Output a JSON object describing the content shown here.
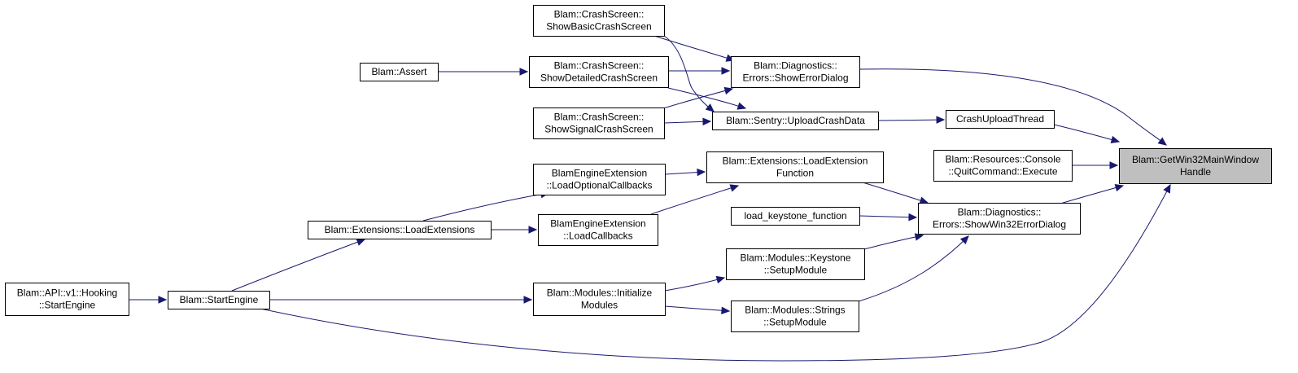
{
  "diagram": {
    "kind": "call-graph",
    "edge_color": "#191970",
    "root_fill": "#bfbfbf",
    "nodes": [
      {
        "id": "root",
        "lines": [
          "Blam::GetWin32MainWindow",
          "Handle"
        ],
        "root": true
      },
      {
        "id": "showErrorDialog",
        "lines": [
          "Blam::Diagnostics::",
          "Errors::ShowErrorDialog"
        ]
      },
      {
        "id": "showBasic",
        "lines": [
          "Blam::CrashScreen::",
          "ShowBasicCrashScreen"
        ]
      },
      {
        "id": "showDetailed",
        "lines": [
          "Blam::CrashScreen::",
          "ShowDetailedCrashScreen"
        ]
      },
      {
        "id": "assert",
        "lines": [
          "Blam::Assert"
        ]
      },
      {
        "id": "showSignal",
        "lines": [
          "Blam::CrashScreen::",
          "ShowSignalCrashScreen"
        ]
      },
      {
        "id": "uploadCrashData",
        "lines": [
          "Blam::Sentry::UploadCrashData"
        ]
      },
      {
        "id": "crashUploadThread",
        "lines": [
          "CrashUploadThread"
        ]
      },
      {
        "id": "quitCommand",
        "lines": [
          "Blam::Resources::Console",
          "::QuitCommand::Execute"
        ]
      },
      {
        "id": "loadExtensionFunction",
        "lines": [
          "Blam::Extensions::LoadExtension",
          "Function"
        ]
      },
      {
        "id": "loadOptionalCallbacks",
        "lines": [
          "BlamEngineExtension",
          "::LoadOptionalCallbacks"
        ]
      },
      {
        "id": "showWin32ErrorDialog",
        "lines": [
          "Blam::Diagnostics::",
          "Errors::ShowWin32ErrorDialog"
        ]
      },
      {
        "id": "loadKeystoneFunction",
        "lines": [
          "load_keystone_function"
        ]
      },
      {
        "id": "loadExtensions",
        "lines": [
          "Blam::Extensions::LoadExtensions"
        ]
      },
      {
        "id": "loadCallbacks",
        "lines": [
          "BlamEngineExtension",
          "::LoadCallbacks"
        ]
      },
      {
        "id": "keystoneSetup",
        "lines": [
          "Blam::Modules::Keystone",
          "::SetupModule"
        ]
      },
      {
        "id": "hookingStartEngine",
        "lines": [
          "Blam::API::v1::Hooking",
          "::StartEngine"
        ]
      },
      {
        "id": "startEngine",
        "lines": [
          "Blam::StartEngine"
        ]
      },
      {
        "id": "initializeModules",
        "lines": [
          "Blam::Modules::Initialize",
          "Modules"
        ]
      },
      {
        "id": "stringsSetup",
        "lines": [
          "Blam::Modules::Strings",
          "::SetupModule"
        ]
      }
    ],
    "edges": [
      {
        "from": "showErrorDialog",
        "to": "root"
      },
      {
        "from": "crashUploadThread",
        "to": "root"
      },
      {
        "from": "quitCommand",
        "to": "root"
      },
      {
        "from": "showWin32ErrorDialog",
        "to": "root"
      },
      {
        "from": "startEngine",
        "to": "root"
      },
      {
        "from": "showBasic",
        "to": "showErrorDialog"
      },
      {
        "from": "showDetailed",
        "to": "showErrorDialog"
      },
      {
        "from": "showSignal",
        "to": "showErrorDialog"
      },
      {
        "from": "assert",
        "to": "showDetailed"
      },
      {
        "from": "showBasic",
        "to": "uploadCrashData"
      },
      {
        "from": "showDetailed",
        "to": "uploadCrashData"
      },
      {
        "from": "showSignal",
        "to": "uploadCrashData"
      },
      {
        "from": "uploadCrashData",
        "to": "crashUploadThread"
      },
      {
        "from": "loadOptionalCallbacks",
        "to": "loadExtensionFunction"
      },
      {
        "from": "loadCallbacks",
        "to": "loadExtensionFunction"
      },
      {
        "from": "loadExtensionFunction",
        "to": "showWin32ErrorDialog"
      },
      {
        "from": "loadKeystoneFunction",
        "to": "showWin32ErrorDialog"
      },
      {
        "from": "keystoneSetup",
        "to": "showWin32ErrorDialog"
      },
      {
        "from": "stringsSetup",
        "to": "showWin32ErrorDialog"
      },
      {
        "from": "loadExtensions",
        "to": "loadOptionalCallbacks"
      },
      {
        "from": "loadExtensions",
        "to": "loadCallbacks"
      },
      {
        "from": "startEngine",
        "to": "loadExtensions"
      },
      {
        "from": "hookingStartEngine",
        "to": "startEngine"
      },
      {
        "from": "startEngine",
        "to": "initializeModules"
      },
      {
        "from": "initializeModules",
        "to": "keystoneSetup"
      },
      {
        "from": "initializeModules",
        "to": "stringsSetup"
      }
    ]
  }
}
